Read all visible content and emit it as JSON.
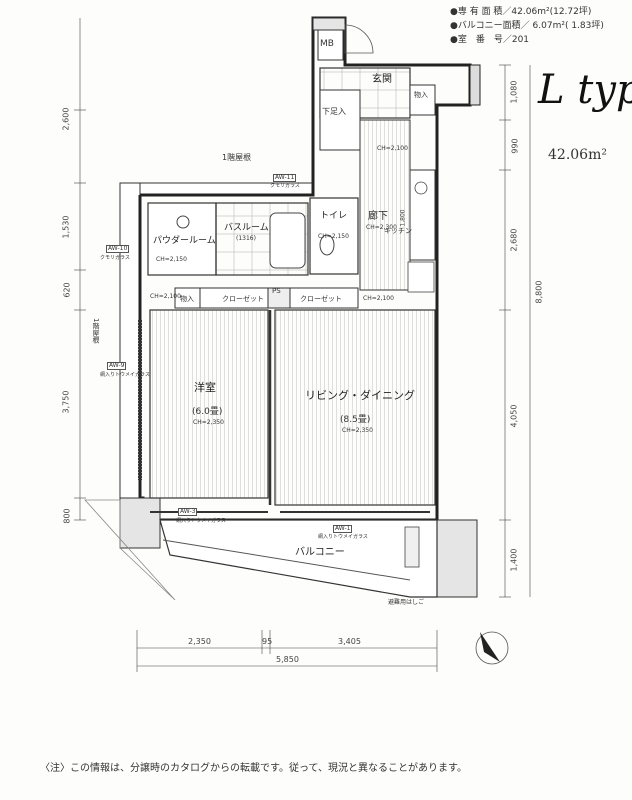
{
  "info": {
    "line1": "●専 有 面 積／42.06m²(12.72坪)",
    "line2": "●バルコニー面積／ 6.07m²( 1.83坪)",
    "line3": "●室　番　号／201"
  },
  "type_label": "L type",
  "area_label": "42.06m²",
  "rooms": {
    "entrance": "玄関",
    "shoe_storage": "下足入",
    "storage_entrance": "物入",
    "corridor": "廊下",
    "powder_room": "パウダールーム",
    "bathroom": "バスルーム",
    "bathroom_size": "(1316)",
    "toilet": "トイレ",
    "kitchen": "キッチン",
    "western_room": "洋室",
    "western_room_size": "(6.0畳)",
    "living_dining": "リビング・ダイニング",
    "living_dining_size": "(8.5畳)",
    "closet_1": "クローゼット",
    "closet_2": "クローゼット",
    "storage_1": "物入",
    "ps": "PS",
    "mb": "MB",
    "balcony": "バルコニー",
    "first_floor_roof": "1階屋根",
    "first_floor_roof_side": "1階屋根",
    "evacuation_ladder": "避難用はしご"
  },
  "windows": {
    "aw11": "AW-11",
    "aw11_desc": "クモリガラス",
    "aw10": "AW-10",
    "aw10_desc": "クモリガラス",
    "aw9": "AW-9",
    "aw9_desc": "網入りトウメイガラス",
    "aw3": "AW-3",
    "aw3_desc": "網入りトウメイガラス",
    "aw1": "AW-1",
    "aw1_desc": "網入りトウメイガラス"
  },
  "ceiling_heights": {
    "powder": "CH=2,150",
    "toilet": "CH=2,150",
    "corridor": "CH=2,300",
    "western": "CH=2,350",
    "living": "CH=2,350",
    "entrance": "CH=2,100",
    "lower1": "CH=2,100",
    "lower2": "CH=2,100"
  },
  "dimensions": {
    "left": [
      "2,600",
      "1,530",
      "620",
      "3,750",
      "800"
    ],
    "right": [
      "1,080",
      "990",
      "2,680",
      "8,800",
      "4,050",
      "1,400"
    ],
    "right_inner": "1,800",
    "bottom_parts": [
      "2,350",
      "95",
      "3,405"
    ],
    "bottom_total": "5,850"
  },
  "footnote": "〈注〉この情報は、分譲時のカタログからの転載です。従って、現況と異なることがあります。"
}
